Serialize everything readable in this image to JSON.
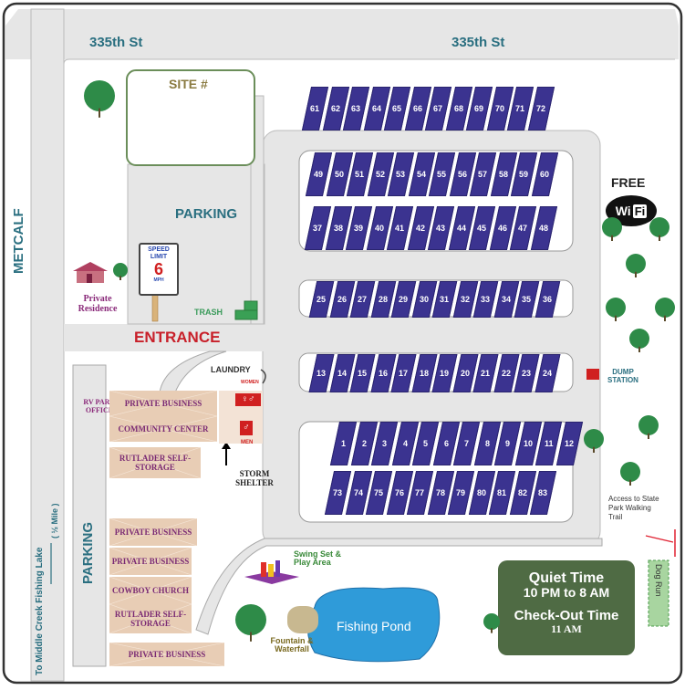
{
  "roads": {
    "north": [
      "335th St",
      "335th St"
    ],
    "west": "METCALF"
  },
  "labels": {
    "site_box": "SITE #",
    "parking_top": "PARKING",
    "parking_left": "PARKING",
    "entrance": "ENTRANCE",
    "trash": "TRASH",
    "laundry": "LAUNDRY",
    "women": "WOMEN",
    "men": "MEN",
    "storm_shelter": "STORM SHELTER",
    "private_residence": "Private Residence",
    "rv_office": "RV PARK OFFICE",
    "free": "FREE",
    "wifi_left": "Wi",
    "wifi_right": "Fi",
    "dump_station": "DUMP STATION",
    "trail": "Access to State Park Walking Trail",
    "dog_run": "Dog Run",
    "swing": "Swing Set & Play Area",
    "fountain": "Fountain & Waterfall",
    "pond": "Fishing Pond",
    "fishing_lake": "To Middle Creek Fishing Lake",
    "fishing_lake_dist": "( ½ Mile )"
  },
  "speed_sign": {
    "top": "SPEED",
    "mid": "LIMIT",
    "value": "6",
    "unit": "MPH"
  },
  "buildings": [
    {
      "id": "private-business-1",
      "text": "PRIVATE BUSINESS"
    },
    {
      "id": "community-center",
      "text": "COMMUNITY CENTER"
    },
    {
      "id": "self-storage-1",
      "text": "RUTLADER SELF-STORAGE"
    },
    {
      "id": "private-business-2",
      "text": "PRIVATE BUSINESS"
    },
    {
      "id": "private-business-3",
      "text": "PRIVATE BUSINESS"
    },
    {
      "id": "cowboy-church",
      "text": "COWBOY CHURCH"
    },
    {
      "id": "self-storage-2",
      "text": "RUTLADER SELF-STORAGE"
    },
    {
      "id": "private-business-4",
      "text": "PRIVATE BUSINESS"
    }
  ],
  "sign": {
    "quiet_title": "Quiet Time",
    "quiet_hours": "10 PM to 8 AM",
    "checkout_title": "Check-Out Time",
    "checkout_hour": "11 AM"
  },
  "site_rows": [
    {
      "name": "row-61-72",
      "sites": [
        "61",
        "62",
        "63",
        "64",
        "65",
        "66",
        "67",
        "68",
        "69",
        "70",
        "71",
        "72"
      ]
    },
    {
      "name": "row-49-60",
      "sites": [
        "49",
        "50",
        "51",
        "52",
        "53",
        "54",
        "55",
        "56",
        "57",
        "58",
        "59",
        "60"
      ]
    },
    {
      "name": "row-37-48",
      "sites": [
        "37",
        "38",
        "39",
        "40",
        "41",
        "42",
        "43",
        "44",
        "45",
        "46",
        "47",
        "48"
      ]
    },
    {
      "name": "row-25-36",
      "sites": [
        "25",
        "26",
        "27",
        "28",
        "29",
        "30",
        "31",
        "32",
        "33",
        "34",
        "35",
        "36"
      ]
    },
    {
      "name": "row-13-24",
      "sites": [
        "13",
        "14",
        "15",
        "16",
        "17",
        "18",
        "19",
        "20",
        "21",
        "22",
        "23",
        "24"
      ]
    },
    {
      "name": "row-1-12",
      "sites": [
        "1",
        "2",
        "3",
        "4",
        "5",
        "6",
        "7",
        "8",
        "9",
        "10",
        "11",
        "12"
      ]
    },
    {
      "name": "row-73-83",
      "sites": [
        "73",
        "74",
        "75",
        "76",
        "77",
        "78",
        "79",
        "80",
        "81",
        "82",
        "83"
      ]
    }
  ],
  "colors": {
    "road": "#e6e6e6",
    "site": "#3b3390",
    "tree": "#2e8b48",
    "building": "#e8cdb5",
    "pond": "#2f9bd9",
    "sign": "#4f6b44",
    "entrance": "#c8202a",
    "label_teal": "#2a6f80"
  }
}
